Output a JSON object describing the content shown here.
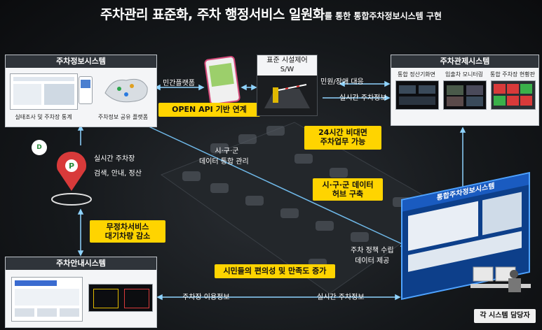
{
  "title": {
    "main": "주차관리 표준화, 주차 행정서비스 일원화",
    "sub": "를 통한 통합주차정보시스템 구현"
  },
  "panels": {
    "info_system": "주차정보시스템",
    "control_system": "주차관제시스템",
    "guide_system": "주차안내시스템",
    "facility": "표준 시설제어",
    "facility_sub": "S/W",
    "integrated": "통합주차정보시스템"
  },
  "captions": {
    "survey_stats": "실태조사 및 주차장 통계",
    "sharing_platform": "주차정보 공유 플랫폼",
    "settlement": "통합 정산기화면",
    "entry_monitor": "입출차 모니터링",
    "status_board": "통합 주차장 현황판",
    "staff": "각 시스템 담당자"
  },
  "labels": {
    "private_platform": "민간플랫폼",
    "complaint": "민원/장애 대응",
    "realtime_info_top": "실시간 주차정보",
    "city_data_1": "시·구·군",
    "city_data_2": "데이터 통합 관리",
    "realtime_search_1": "실시간 주차장",
    "realtime_search_2": "검색, 안내, 정산",
    "policy_1": "주차 정책 수립",
    "policy_2": "데이터 제공",
    "usage_info": "주차장 이용정보",
    "realtime_info_bottom": "실시간 주차정보"
  },
  "tags": {
    "open_api": "OPEN API 기반 연계",
    "nonface_1": "24시간 비대면",
    "nonface_2": "주차업무 가능",
    "hub_1": "시·구·군 데이터",
    "hub_2": "허브 구축",
    "unmanned_1": "무정차서비스",
    "unmanned_2": "대기차량 감소",
    "citizen": "시민들의 편의성 및 만족도 증가"
  },
  "colors": {
    "accent": "#ffd400",
    "arrow": "#8fd3ff",
    "panel_header": "#2f343a"
  }
}
